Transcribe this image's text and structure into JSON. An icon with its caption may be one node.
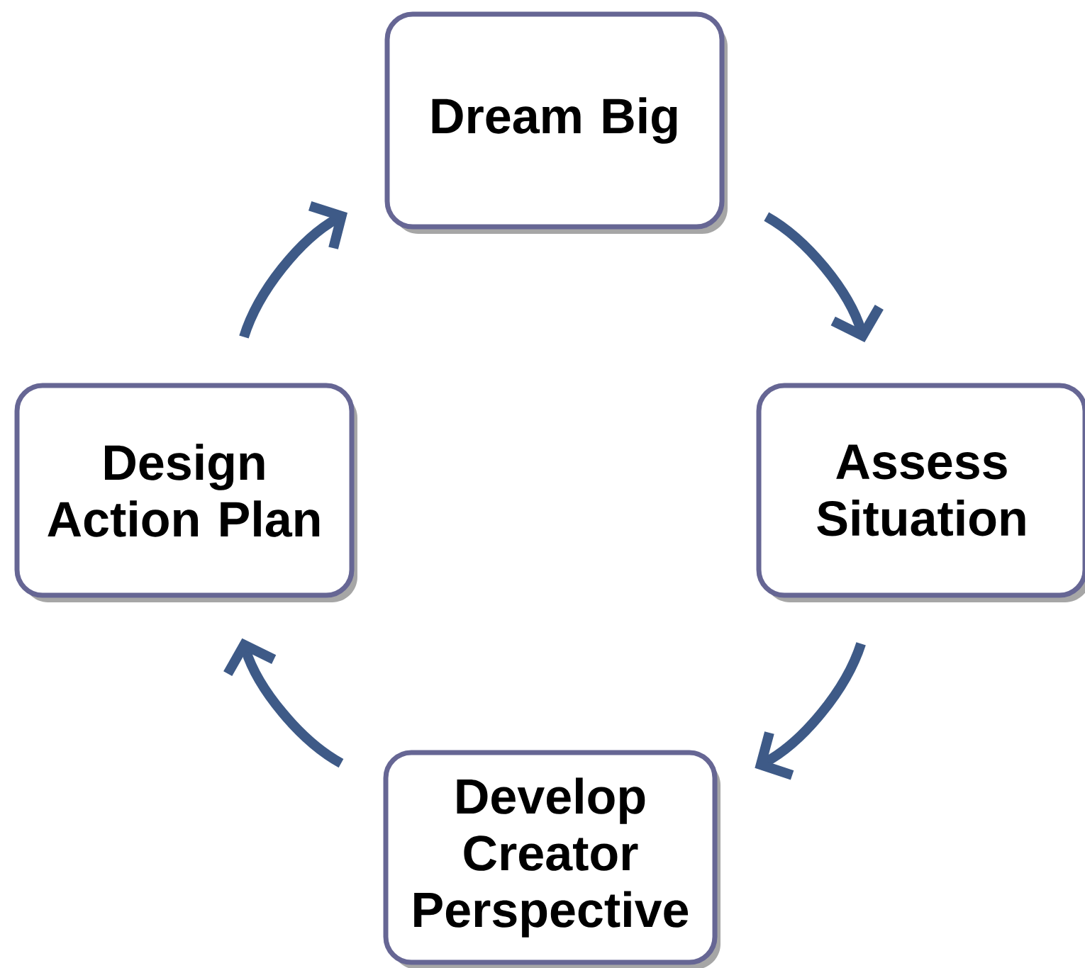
{
  "diagram": {
    "nodes": [
      {
        "text": [
          "Dream Big"
        ]
      },
      {
        "text": [
          "Assess Situation"
        ]
      },
      {
        "text": [
          "Develop Creator Perspective"
        ]
      },
      {
        "text": [
          "Design Action Plan"
        ]
      }
    ],
    "edges": [
      {
        "from": 0,
        "to": 1,
        "arrow": "to"
      },
      {
        "from": 1,
        "to": 2,
        "arrow": "to"
      },
      {
        "from": 2,
        "to": 3,
        "arrow": "to"
      },
      {
        "from": 3,
        "to": 0,
        "arrow": "to"
      }
    ]
  }
}
